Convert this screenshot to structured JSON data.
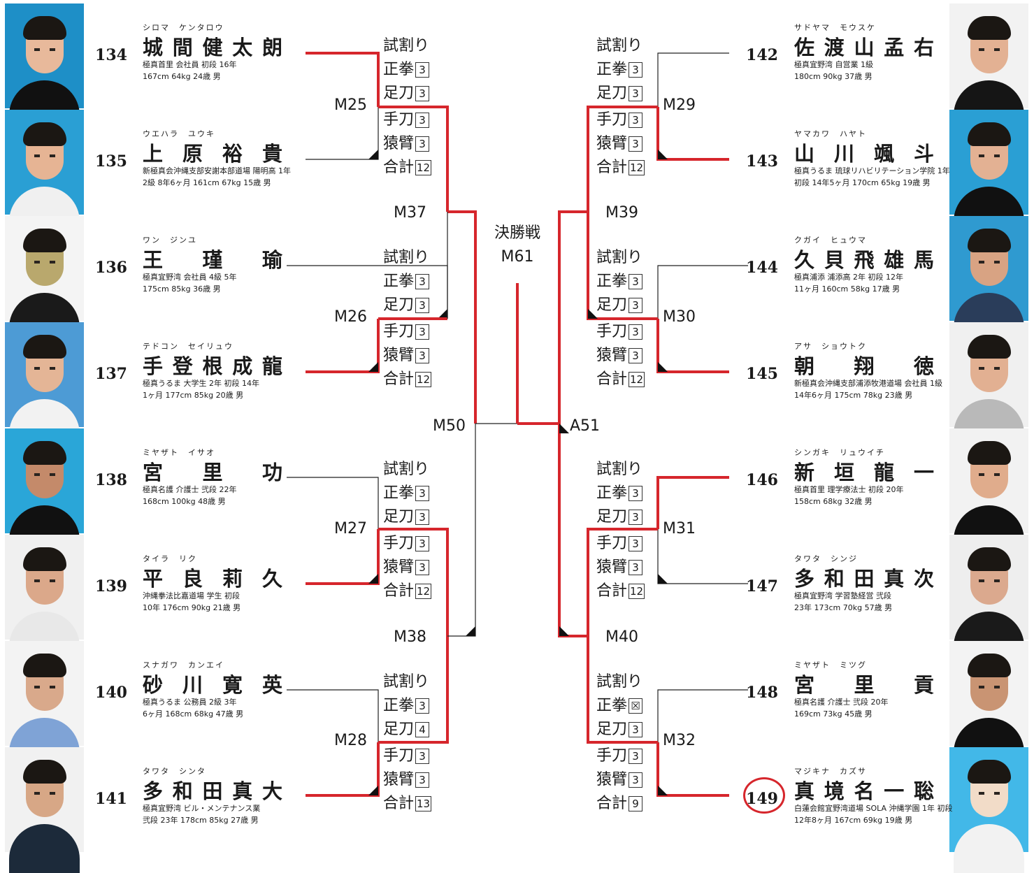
{
  "colors": {
    "win_line": "#d6262c",
    "line": "#222222",
    "photo_bg": [
      "#1f92c8",
      "#1f92c8",
      "#f2f2f2",
      "#5a9fd0",
      "#33a8d6",
      "#f0f0f0",
      "#f2f2f2",
      "#f0f0f0"
    ]
  },
  "final": {
    "title": "決勝戦",
    "match": "M61"
  },
  "matches": [
    "M25",
    "M26",
    "M27",
    "M28",
    "M29",
    "M30",
    "M31",
    "M32",
    "M37",
    "M38",
    "M39",
    "M40",
    "M50",
    "A51"
  ],
  "scores": [
    {
      "match": "M25",
      "items": [
        [
          "試割り",
          ""
        ],
        [
          "正拳",
          "3"
        ],
        [
          "足刀",
          "3"
        ],
        [
          "手刀",
          "3"
        ],
        [
          "猿臂",
          "3"
        ],
        [
          "合計",
          "12"
        ]
      ]
    },
    {
      "match": "M26",
      "items": [
        [
          "試割り",
          ""
        ],
        [
          "正拳",
          "3"
        ],
        [
          "足刀",
          "3"
        ],
        [
          "手刀",
          "3"
        ],
        [
          "猿臂",
          "3"
        ],
        [
          "合計",
          "12"
        ]
      ]
    },
    {
      "match": "M27",
      "items": [
        [
          "試割り",
          ""
        ],
        [
          "正拳",
          "3"
        ],
        [
          "足刀",
          "3"
        ],
        [
          "手刀",
          "3"
        ],
        [
          "猿臂",
          "3"
        ],
        [
          "合計",
          "12"
        ]
      ]
    },
    {
      "match": "M28",
      "items": [
        [
          "試割り",
          ""
        ],
        [
          "正拳",
          "3"
        ],
        [
          "足刀",
          "4"
        ],
        [
          "手刀",
          "3"
        ],
        [
          "猿臂",
          "3"
        ],
        [
          "合計",
          "13"
        ]
      ]
    },
    {
      "match": "M29",
      "items": [
        [
          "試割り",
          ""
        ],
        [
          "正拳",
          "3"
        ],
        [
          "足刀",
          "3"
        ],
        [
          "手刀",
          "3"
        ],
        [
          "猿臂",
          "3"
        ],
        [
          "合計",
          "12"
        ]
      ]
    },
    {
      "match": "M30",
      "items": [
        [
          "試割り",
          ""
        ],
        [
          "正拳",
          "3"
        ],
        [
          "足刀",
          "3"
        ],
        [
          "手刀",
          "3"
        ],
        [
          "猿臂",
          "3"
        ],
        [
          "合計",
          "12"
        ]
      ]
    },
    {
      "match": "M31",
      "items": [
        [
          "試割り",
          ""
        ],
        [
          "正拳",
          "3"
        ],
        [
          "足刀",
          "3"
        ],
        [
          "手刀",
          "3"
        ],
        [
          "猿臂",
          "3"
        ],
        [
          "合計",
          "12"
        ]
      ]
    },
    {
      "match": "M32",
      "items": [
        [
          "試割り",
          ""
        ],
        [
          "正拳",
          "☒"
        ],
        [
          "足刀",
          "3"
        ],
        [
          "手刀",
          "3"
        ],
        [
          "猿臂",
          "3"
        ],
        [
          "合計",
          "9"
        ]
      ]
    }
  ],
  "players": [
    {
      "num": "134",
      "kana": "シロマ　ケンタロウ",
      "name": [
        "城",
        "間",
        "健",
        "太",
        "朗"
      ],
      "info1": "極真首里 会社員 初段 16年",
      "info2": "167cm 64kg 24歳 男"
    },
    {
      "num": "135",
      "kana": "ウエハラ　ユウキ",
      "name": [
        "上",
        "原",
        "裕",
        "貴"
      ],
      "info1": "新極真会沖縄支部安謝本部道場 陽明高 1年",
      "info2": "2級 8年6ヶ月 161cm 67kg 15歳 男"
    },
    {
      "num": "136",
      "kana": "ワン　ジンユ",
      "name": [
        "王",
        "瑾",
        "瑜"
      ],
      "info1": "極真宜野湾 会社員 4級 5年",
      "info2": "175cm 85kg 36歳 男"
    },
    {
      "num": "137",
      "kana": "テドコン　セイリュウ",
      "name": [
        "手",
        "登",
        "根",
        "成",
        "龍"
      ],
      "info1": "極真うるま 大学生 2年 初段 14年",
      "info2": "1ヶ月 177cm 85kg 20歳 男"
    },
    {
      "num": "138",
      "kana": "ミヤザト　イサオ",
      "name": [
        "宮",
        "里",
        "功"
      ],
      "info1": "極真名護 介護士 弐段 22年",
      "info2": "168cm 100kg 48歳 男"
    },
    {
      "num": "139",
      "kana": "タイラ　リク",
      "name": [
        "平",
        "良",
        "莉",
        "久"
      ],
      "info1": "沖縄拳法比嘉道場 学生 初段",
      "info2": "10年 176cm 90kg 21歳 男"
    },
    {
      "num": "140",
      "kana": "スナガワ　カンエイ",
      "name": [
        "砂",
        "川",
        "寛",
        "英"
      ],
      "info1": "極真うるま 公務員 2級 3年",
      "info2": "6ヶ月 168cm 68kg 47歳 男"
    },
    {
      "num": "141",
      "kana": "タワタ　シンタ",
      "name": [
        "多",
        "和",
        "田",
        "真",
        "大"
      ],
      "info1": "極真宜野湾 ビル・メンテナンス業",
      "info2": "弐段 23年 178cm 85kg 27歳 男"
    },
    {
      "num": "142",
      "kana": "サドヤマ　モウスケ",
      "name": [
        "佐",
        "渡",
        "山",
        "孟",
        "右"
      ],
      "info1": "極真宜野湾 自営業 1級",
      "info2": "180cm 90kg 37歳 男"
    },
    {
      "num": "143",
      "kana": "ヤマカワ　ハヤト",
      "name": [
        "山",
        "川",
        "颯",
        "斗"
      ],
      "info1": "極真うるま 琉球リハビリテーション学院 1年",
      "info2": "初段 14年5ヶ月 170cm 65kg 19歳 男"
    },
    {
      "num": "144",
      "kana": "クガイ　ヒュウマ",
      "name": [
        "久",
        "貝",
        "飛",
        "雄",
        "馬"
      ],
      "info1": "極真浦添 浦添高 2年 初段 12年",
      "info2": "11ヶ月 160cm 58kg 17歳 男"
    },
    {
      "num": "145",
      "kana": "アサ　ショウトク",
      "name": [
        "朝",
        "翔",
        "徳"
      ],
      "info1": "新極真会沖縄支部浦添牧港道場 会社員 1級",
      "info2": "14年6ヶ月 175cm 78kg 23歳 男"
    },
    {
      "num": "146",
      "kana": "シンガキ　リュウイチ",
      "name": [
        "新",
        "垣",
        "龍",
        "一"
      ],
      "info1": "極真首里 理学療法士 初段 20年",
      "info2": "158cm 68kg 32歳 男"
    },
    {
      "num": "147",
      "kana": "タワタ　シンジ",
      "name": [
        "多",
        "和",
        "田",
        "真",
        "次"
      ],
      "info1": "極真宜野湾 学習塾経営 弐段",
      "info2": "23年 173cm 70kg 57歳 男"
    },
    {
      "num": "148",
      "kana": "ミヤザト　ミツグ",
      "name": [
        "宮",
        "里",
        "貢"
      ],
      "info1": "極真名護 介護士 弐段 20年",
      "info2": "169cm 73kg 45歳 男"
    },
    {
      "num": "149",
      "kana": "マジキナ　カズサ",
      "name": [
        "真",
        "境",
        "名",
        "一",
        "聡"
      ],
      "info1": "白蓮会館宜野湾道場 SOLA 沖縄学園 1年 初段",
      "info2": "12年8ヶ月 167cm 69kg 19歳 男"
    }
  ]
}
